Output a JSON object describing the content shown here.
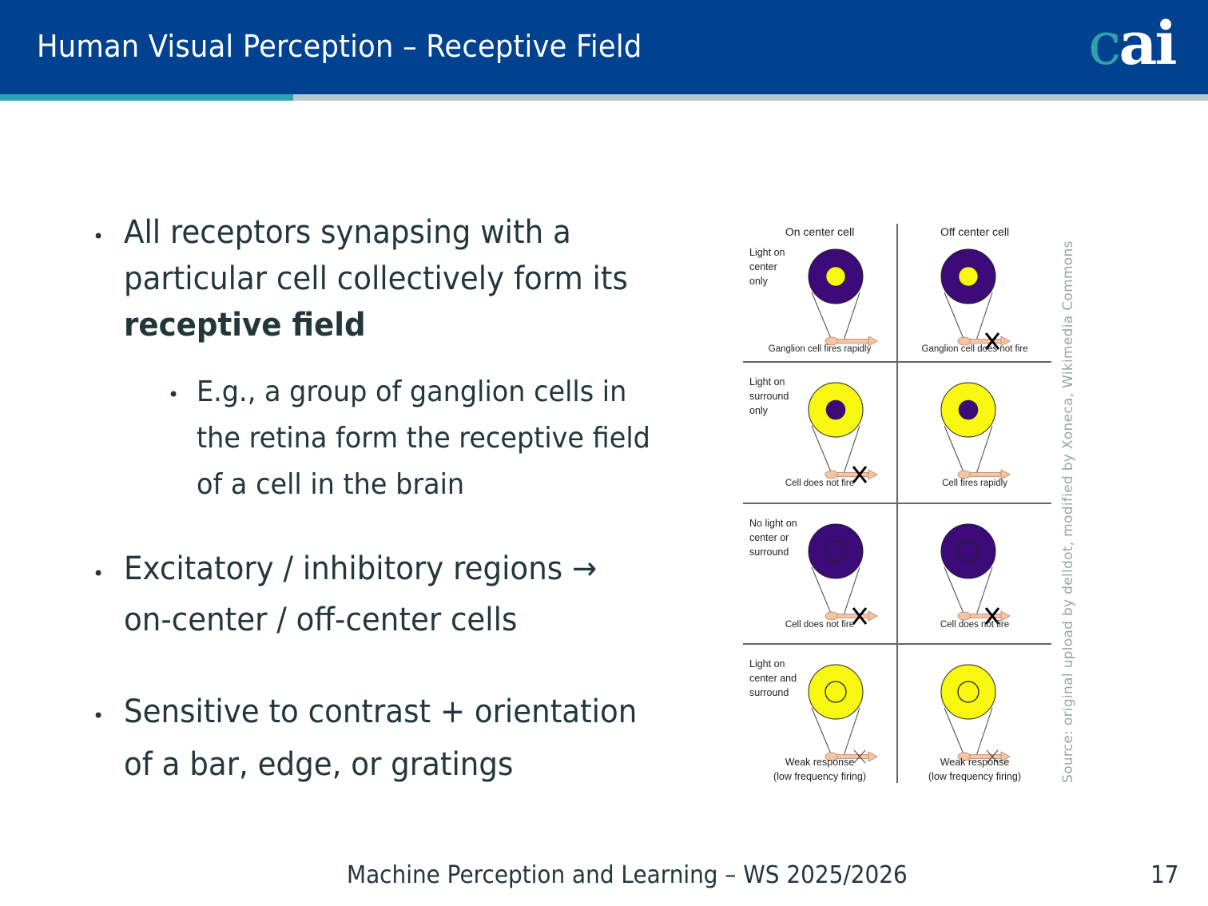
{
  "header": {
    "title": "Human Visual Perception – Receptive Field",
    "logo": {
      "c": "c",
      "ai": "ai"
    },
    "colors": {
      "bar": "#004290",
      "accent": "#2fa1b5",
      "accent_rest": "#b8c8ce"
    }
  },
  "bullets": [
    {
      "lines": [
        "All receptors synapsing with a",
        "particular cell collectively form its"
      ],
      "emphasis": "receptive field"
    },
    {
      "sub": true,
      "lines": [
        "E.g., a group of ganglion cells in",
        "the retina form the receptive field",
        "of a cell in the brain"
      ]
    },
    {
      "lines": [
        "Excitatory / inhibitory regions →",
        "on-center / off-center cells"
      ]
    },
    {
      "lines": [
        "Sensitive to contrast + orientation",
        "of a bar, edge, or gratings"
      ]
    }
  ],
  "figure": {
    "columns": [
      "On center cell",
      "Off center cell"
    ],
    "rows": [
      {
        "condition": [
          "Light on",
          "center",
          "only"
        ],
        "on_caption": [
          "Ganglion cell fires rapidly"
        ],
        "off_caption": [
          "Ganglion cell does not fire"
        ],
        "on": {
          "outer": "#3d0a7a",
          "inner": "#f7f70f",
          "fire": "rapid"
        },
        "off": {
          "outer": "#3d0a7a",
          "inner": "#f7f70f",
          "fire": "none"
        }
      },
      {
        "condition": [
          "Light on",
          "surround",
          "only"
        ],
        "on_caption": [
          "Cell does not fire"
        ],
        "off_caption": [
          "Cell fires rapidly"
        ],
        "on": {
          "outer": "#f7f70f",
          "inner": "#3d0a7a",
          "fire": "none"
        },
        "off": {
          "outer": "#f7f70f",
          "inner": "#3d0a7a",
          "fire": "rapid"
        }
      },
      {
        "condition": [
          "No light on",
          "center or",
          "surround"
        ],
        "on_caption": [
          "Cell does not fire"
        ],
        "off_caption": [
          "Cell does not fire"
        ],
        "on": {
          "outer": "#3d0a7a",
          "inner": "ring",
          "fire": "none"
        },
        "off": {
          "outer": "#3d0a7a",
          "inner": "ring",
          "fire": "none"
        }
      },
      {
        "condition": [
          "Light on",
          "center and",
          "surround"
        ],
        "on_caption": [
          "Weak response",
          "(low frequency firing)"
        ],
        "off_caption": [
          "Weak response",
          "(low frequency firing)"
        ],
        "on": {
          "outer": "#f7f70f",
          "inner": "ring",
          "fire": "weak"
        },
        "off": {
          "outer": "#f7f70f",
          "inner": "ring",
          "fire": "weak"
        }
      }
    ],
    "source": "Source: original upload by delldot, modified by Xoneca, Wikimedia Commons"
  },
  "footer": {
    "course": "Machine Perception and Learning – WS 2025/2026",
    "page": "17"
  }
}
